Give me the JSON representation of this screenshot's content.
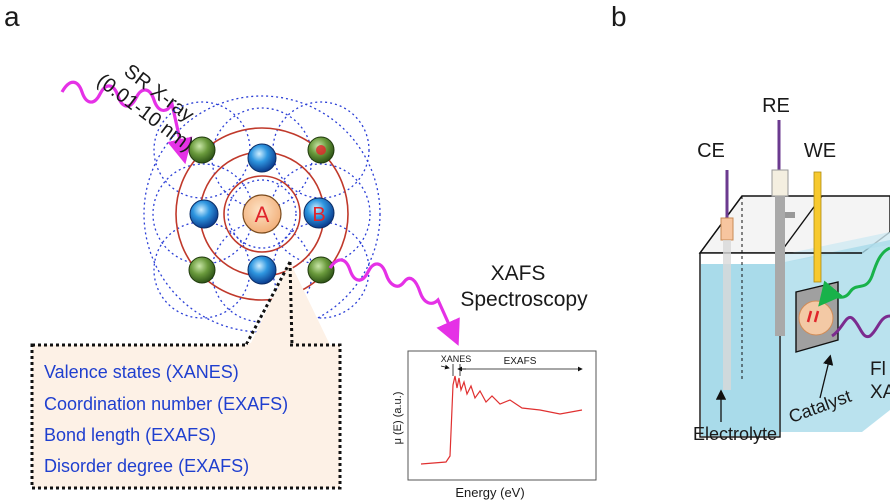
{
  "panels": {
    "a": {
      "letter": "a",
      "source_label_line1": "SR X-ray",
      "source_label_line2": "(0.01-10 nm)",
      "atom_a": "A",
      "atom_b": "B",
      "technique_line1": "XAFS",
      "technique_line2": "Spectroscopy",
      "info_items": [
        "Valence states (XANES)",
        "Coordination number (EXAFS)",
        "Bond  length (EXAFS)",
        "Disorder degree (EXAFS)"
      ],
      "spectrum": {
        "region_xanes": "XANES",
        "region_exafs": "EXAFS",
        "ylabel": "μ (E) (a.u.)",
        "xlabel": "Energy (eV)"
      }
    },
    "b": {
      "letter": "b",
      "electrode_ce": "CE",
      "electrode_re": "RE",
      "electrode_we": "WE",
      "electrolyte_label": "Electrolyte",
      "catalyst_label": "Catalyst",
      "cut_label_1": "Fl",
      "cut_label_2": "XA"
    }
  },
  "colors": {
    "xray_wave": "#e531e6",
    "info_text": "#1f3fcf",
    "atom_red": "#e0242b",
    "orbit_red": "#c0392b",
    "orbit_blue": "#2b3fd6",
    "electrolyte": "#a9dbea",
    "spectrum_line": "#e03030",
    "green_wave": "#18b24a",
    "purple_wave": "#7b2b8f"
  }
}
